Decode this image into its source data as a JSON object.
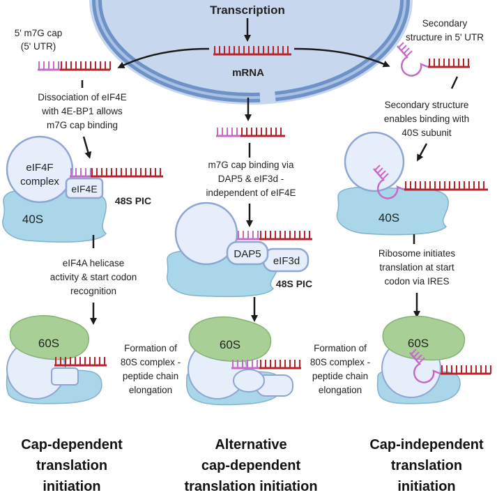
{
  "colors": {
    "nucleus_fill": "#c7d8ee",
    "nucleus_outline": "#6f92c6",
    "mrna": "#b5222a",
    "cap": "#c46bc8",
    "ribo_small": "#a9d6e8",
    "ribo_small_outline": "#7fb4cc",
    "ribo_large": "#a8cf96",
    "ribo_large_outline": "#86b274",
    "protein_fill": "#e5eefa",
    "protein_outline": "#8ea6d1",
    "arrow": "#1a1a1a"
  },
  "top": {
    "transcription": "Transcription",
    "mrna": "mRNA"
  },
  "left": {
    "cap_label_1": "5' m7G cap",
    "cap_label_2": "(5' UTR)",
    "step1_line1": "Dissociation of eIF4E",
    "step1_line2": "with 4E-BP1 allows",
    "step1_line3": "m7G cap binding",
    "eif4f_line1": "eIF4F",
    "eif4f_line2": "complex",
    "eif4e": "eIF4E",
    "pic": "48S PIC",
    "small_subunit": "40S",
    "step2_line1": "eIF4A helicase",
    "step2_line2": "activity & start codon",
    "step2_line3": "recognition",
    "large_subunit": "60S",
    "title_line1": "Cap-dependent",
    "title_line2": "translation",
    "title_line3": "initiation"
  },
  "middle": {
    "step1_line1": "m7G cap binding via",
    "step1_line2": "DAP5 & eIF3d -",
    "step1_line3": "independent of eIF4E",
    "dap5": "DAP5",
    "eif3d": "eIF3d",
    "pic": "48S PIC",
    "elong_line1": "Formation of",
    "elong_line2": "80S complex -",
    "elong_line3": "peptide chain",
    "elong_line4": "elongation",
    "large_subunit": "60S",
    "title_line1": "Alternative",
    "title_line2": "cap-dependent",
    "title_line3": "translation initiation"
  },
  "right": {
    "sec_line1": "Secondary",
    "sec_line2": "structure in 5' UTR",
    "step1_line1": "Secondary structure",
    "step1_line2": "enables binding with",
    "step1_line3": "40S subunit",
    "small_subunit": "40S",
    "step2_line1": "Ribosome initiates",
    "step2_line2": "translation at start",
    "step2_line3": "codon via IRES",
    "elong_line1": "Formation of",
    "elong_line2": "80S complex -",
    "elong_line3": "peptide chain",
    "elong_line4": "elongation",
    "large_subunit": "60S",
    "title_line1": "Cap-independent",
    "title_line2": "translation",
    "title_line3": "initiation"
  }
}
